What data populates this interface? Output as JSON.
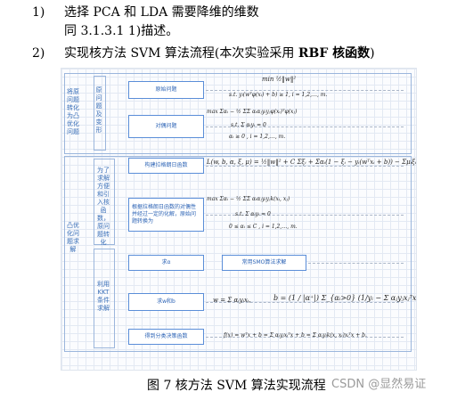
{
  "list": [
    {
      "number": "1)",
      "text": "选择 PCA 和 LDA 需要降维的维数",
      "continuation": "同 3.1.3.1 1)描述。"
    },
    {
      "number": "2)",
      "text_prefix": "实现核方法 SVM 算法流程(本次实验采用 ",
      "text_bold": "RBF 核函数",
      "text_suffix": ")"
    }
  ],
  "figure": {
    "group_labels": {
      "top_outer": "将原问题转化为凸优化问题",
      "top_inner": "原问题及变形",
      "bottom_outer": "凸优化问题求解",
      "mid_inner": "为了求解方便和引入核函数，原问题转化",
      "lower_inner": "利用KKT条件求解"
    },
    "boxes": {
      "original_problem": "原始问题",
      "dual_problem": "对偶问题",
      "lagrangian": "构建拉格朗日函数",
      "kernel_dual": "根据拉格朗日函数的对偶性并经过一定的化解，原始问题转换为",
      "solve_alpha": "求α",
      "smo": "常用SMO算法求解",
      "solve_wb": "求w和b",
      "decision": "得到分类决策函数"
    },
    "formulas": {
      "f1a": "min ½‖w‖²",
      "f1b": "s.t. yᵢ(wᵀφ(xᵢ) + b) ≥ 1, i = 1,2,…, m.",
      "f2a": "max Σαᵢ − ½ ΣΣ αᵢαⱼyᵢyⱼφ(xᵢ)ᵀφ(xⱼ)",
      "f2b": "s.t.  Σ αᵢyᵢ = 0",
      "f2c": "αᵢ ≥ 0 , i = 1,2,…, m.",
      "f3": "L(w, b, α, ξ, μ) = ½‖w‖² + C Σξᵢ + Σαᵢ(1 − ξᵢ − yᵢ(wᵀxᵢ + b)) − Σμᵢξᵢ,",
      "f4a": "max Σαᵢ − ½ ΣΣ αᵢαⱼyᵢyⱼk(xᵢ, xⱼ)",
      "f4b": "s.t.  Σ αᵢyᵢ = 0",
      "f4c": "0 ≤ αᵢ ≤ C , i = 1,2,…, m.",
      "f5a": "w = Σ αᵢyᵢxᵢ,",
      "f5b": "b = (1 / |α⁺|) Σ_{αᵢ>0} (1/yᵢ − Σ αⱼyⱼxⱼᵀxᵢ) .",
      "f6": "f(x) = wᵀx + b = Σ αᵢyᵢxᵢᵀx + b = Σ αᵢyᵢk(x, xᵢ)xᵢᵀx + b."
    }
  },
  "caption": "图 7  核方法 SVM 算法实现流程",
  "watermark": "CSDN @显然易证"
}
